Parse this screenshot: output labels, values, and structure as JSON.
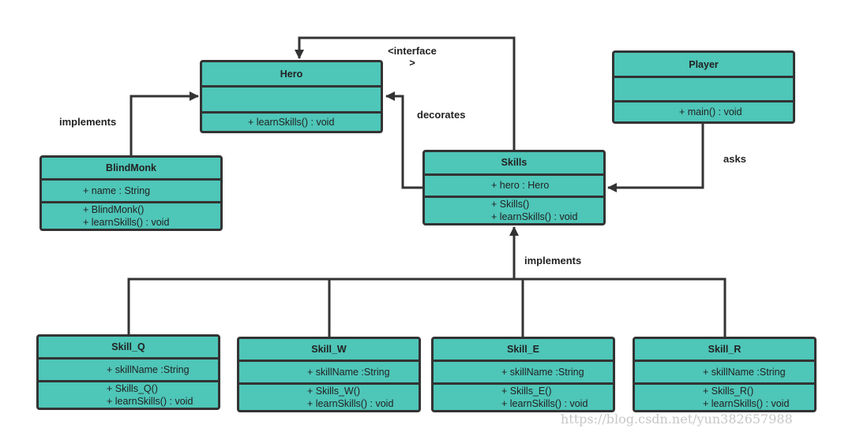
{
  "classes": {
    "hero": {
      "name": "Hero",
      "attrs": [],
      "ops": [
        "+ learnSkills() : void"
      ]
    },
    "player": {
      "name": "Player",
      "attrs": [],
      "ops": [
        "+ main() : void"
      ]
    },
    "blindmonk": {
      "name": "BlindMonk",
      "attrs": [
        "+ name : String"
      ],
      "ops": [
        "+ BlindMonk()",
        "+ learnSkills() : void"
      ]
    },
    "skills": {
      "name": "Skills",
      "attrs": [
        "+ hero : Hero"
      ],
      "ops": [
        "+ Skills()",
        "+ learnSkills() : void"
      ]
    },
    "skill_q": {
      "name": "Skill_Q",
      "attrs": [
        "+ skillName :String"
      ],
      "ops": [
        "+ Skills_Q()",
        "+ learnSkills() : void"
      ]
    },
    "skill_w": {
      "name": "Skill_W",
      "attrs": [
        "+ skillName :String"
      ],
      "ops": [
        "+ Skills_W()",
        "+ learnSkills() : void"
      ]
    },
    "skill_e": {
      "name": "Skill_E",
      "attrs": [
        "+ skillName :String"
      ],
      "ops": [
        "+ Skills_E()",
        "+ learnSkills() : void"
      ]
    },
    "skill_r": {
      "name": "Skill_R",
      "attrs": [
        "+ skillName :String"
      ],
      "ops": [
        "+ Skills_R()",
        "+ learnSkills() : void"
      ]
    }
  },
  "labels": {
    "interface_line1": "<interface",
    "interface_line2": ">",
    "decorates": "decorates",
    "implements_left": "implements",
    "asks": "asks",
    "implements_bottom": "implements"
  },
  "watermark": "https://blog.csdn.net/yun382657988",
  "colors": {
    "class_fill": "#4ec6b8",
    "line": "#333333"
  }
}
